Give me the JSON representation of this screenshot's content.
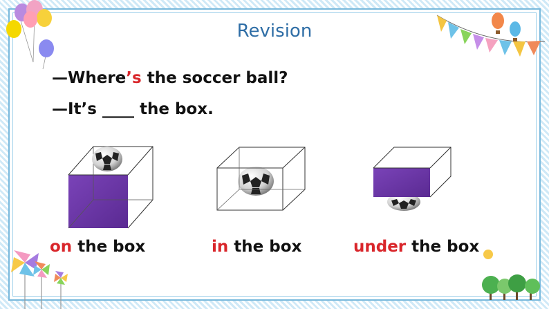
{
  "slide": {
    "title": "Revision",
    "question": {
      "part1": "—Where",
      "highlight": "’s",
      "part2": " the soccer ball?"
    },
    "answer": "—It’s ____ the box."
  },
  "scenes": [
    {
      "highlight": "on",
      "rest": " the box"
    },
    {
      "highlight": "in",
      "rest": " the box"
    },
    {
      "highlight": "under",
      "rest": " the box"
    }
  ],
  "colors": {
    "title": "#2f6ea6",
    "highlight": "#d9262b",
    "box_purple": "#6b35a8",
    "frame_blue": "#79b9dc"
  },
  "icons": [
    "balloons-icon",
    "pennant-bunting-icon",
    "hot-air-balloon-icon",
    "pinwheel-icon",
    "trees-icon",
    "soccer-ball-icon"
  ]
}
